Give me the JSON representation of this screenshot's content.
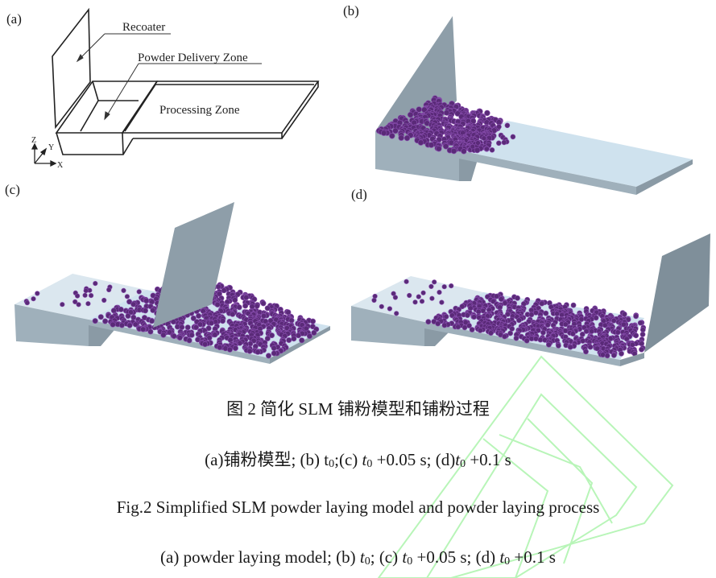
{
  "figure": {
    "panels": [
      {
        "label": "(a)",
        "type": "schematic",
        "annotations": [
          "Recoater",
          "Powder Delivery Zone",
          "Processing Zone"
        ],
        "axes": [
          "Z",
          "Y",
          "X"
        ]
      },
      {
        "label": "(b)",
        "type": "simulation",
        "state": "powder in delivery zone, recoater at start"
      },
      {
        "label": "(c)",
        "type": "simulation",
        "state": "recoater mid-way, powder pushed across processing zone"
      },
      {
        "label": "(d)",
        "type": "simulation",
        "state": "recoater at end, powder layer spread"
      }
    ],
    "colors": {
      "powder": "#5a2a78",
      "powder_highlight": "#8a4fb0",
      "structure": "#9aaab5",
      "structure_dark": "#7d8c97",
      "structure_floor": "#c9dbe6",
      "watermark": "#b8f5b8"
    }
  },
  "captions": {
    "cn_title": "图 2 简化 SLM 铺粉模型和铺粉过程",
    "cn_sub": {
      "a": "(a)铺粉模型; ",
      "b": "(b) t",
      "b_sub": "0",
      "c": ";(c) ",
      "c_t": "t",
      "c_sub": "0",
      "c_val": " +0.05 s; ",
      "d": "(d)",
      "d_t": "t",
      "d_sub": "0",
      "d_val": " +0.1 s"
    },
    "en_title": "Fig.2 Simplified SLM powder laying model and powder laying process",
    "en_sub": {
      "a": "(a) powder laying model; (b) ",
      "b_t": "t",
      "b_sub": "0",
      "c": "; (c) ",
      "c_t": "t",
      "c_sub": "0",
      "c_val": " +0.05 s; (d) ",
      "d_t": "t",
      "d_sub": "0",
      "d_val": " +0.1 s"
    }
  }
}
